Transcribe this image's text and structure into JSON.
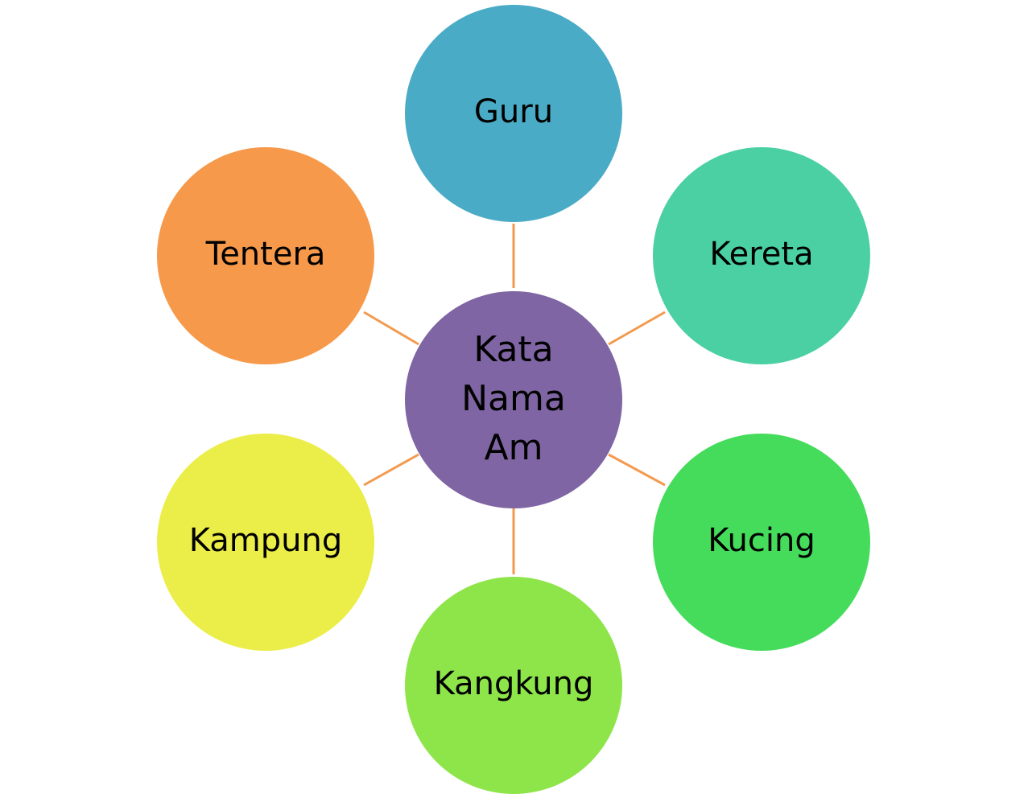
{
  "center": {
    "lines": [
      "Kata",
      "Nama",
      "Am"
    ],
    "color": "#7f65a3"
  },
  "nodes": [
    {
      "id": "guru",
      "label": "Guru",
      "color": "#4aabc6"
    },
    {
      "id": "kereta",
      "label": "Kereta",
      "color": "#4bd0a4"
    },
    {
      "id": "kucing",
      "label": "Kucing",
      "color": "#45dc5b"
    },
    {
      "id": "kangkung",
      "label": "Kangkung",
      "color": "#8ee54a"
    },
    {
      "id": "kampung",
      "label": "Kampung",
      "color": "#ebee48"
    },
    {
      "id": "tentera",
      "label": "Tentera",
      "color": "#f6994a"
    }
  ],
  "connector_color": "#f39a4f"
}
